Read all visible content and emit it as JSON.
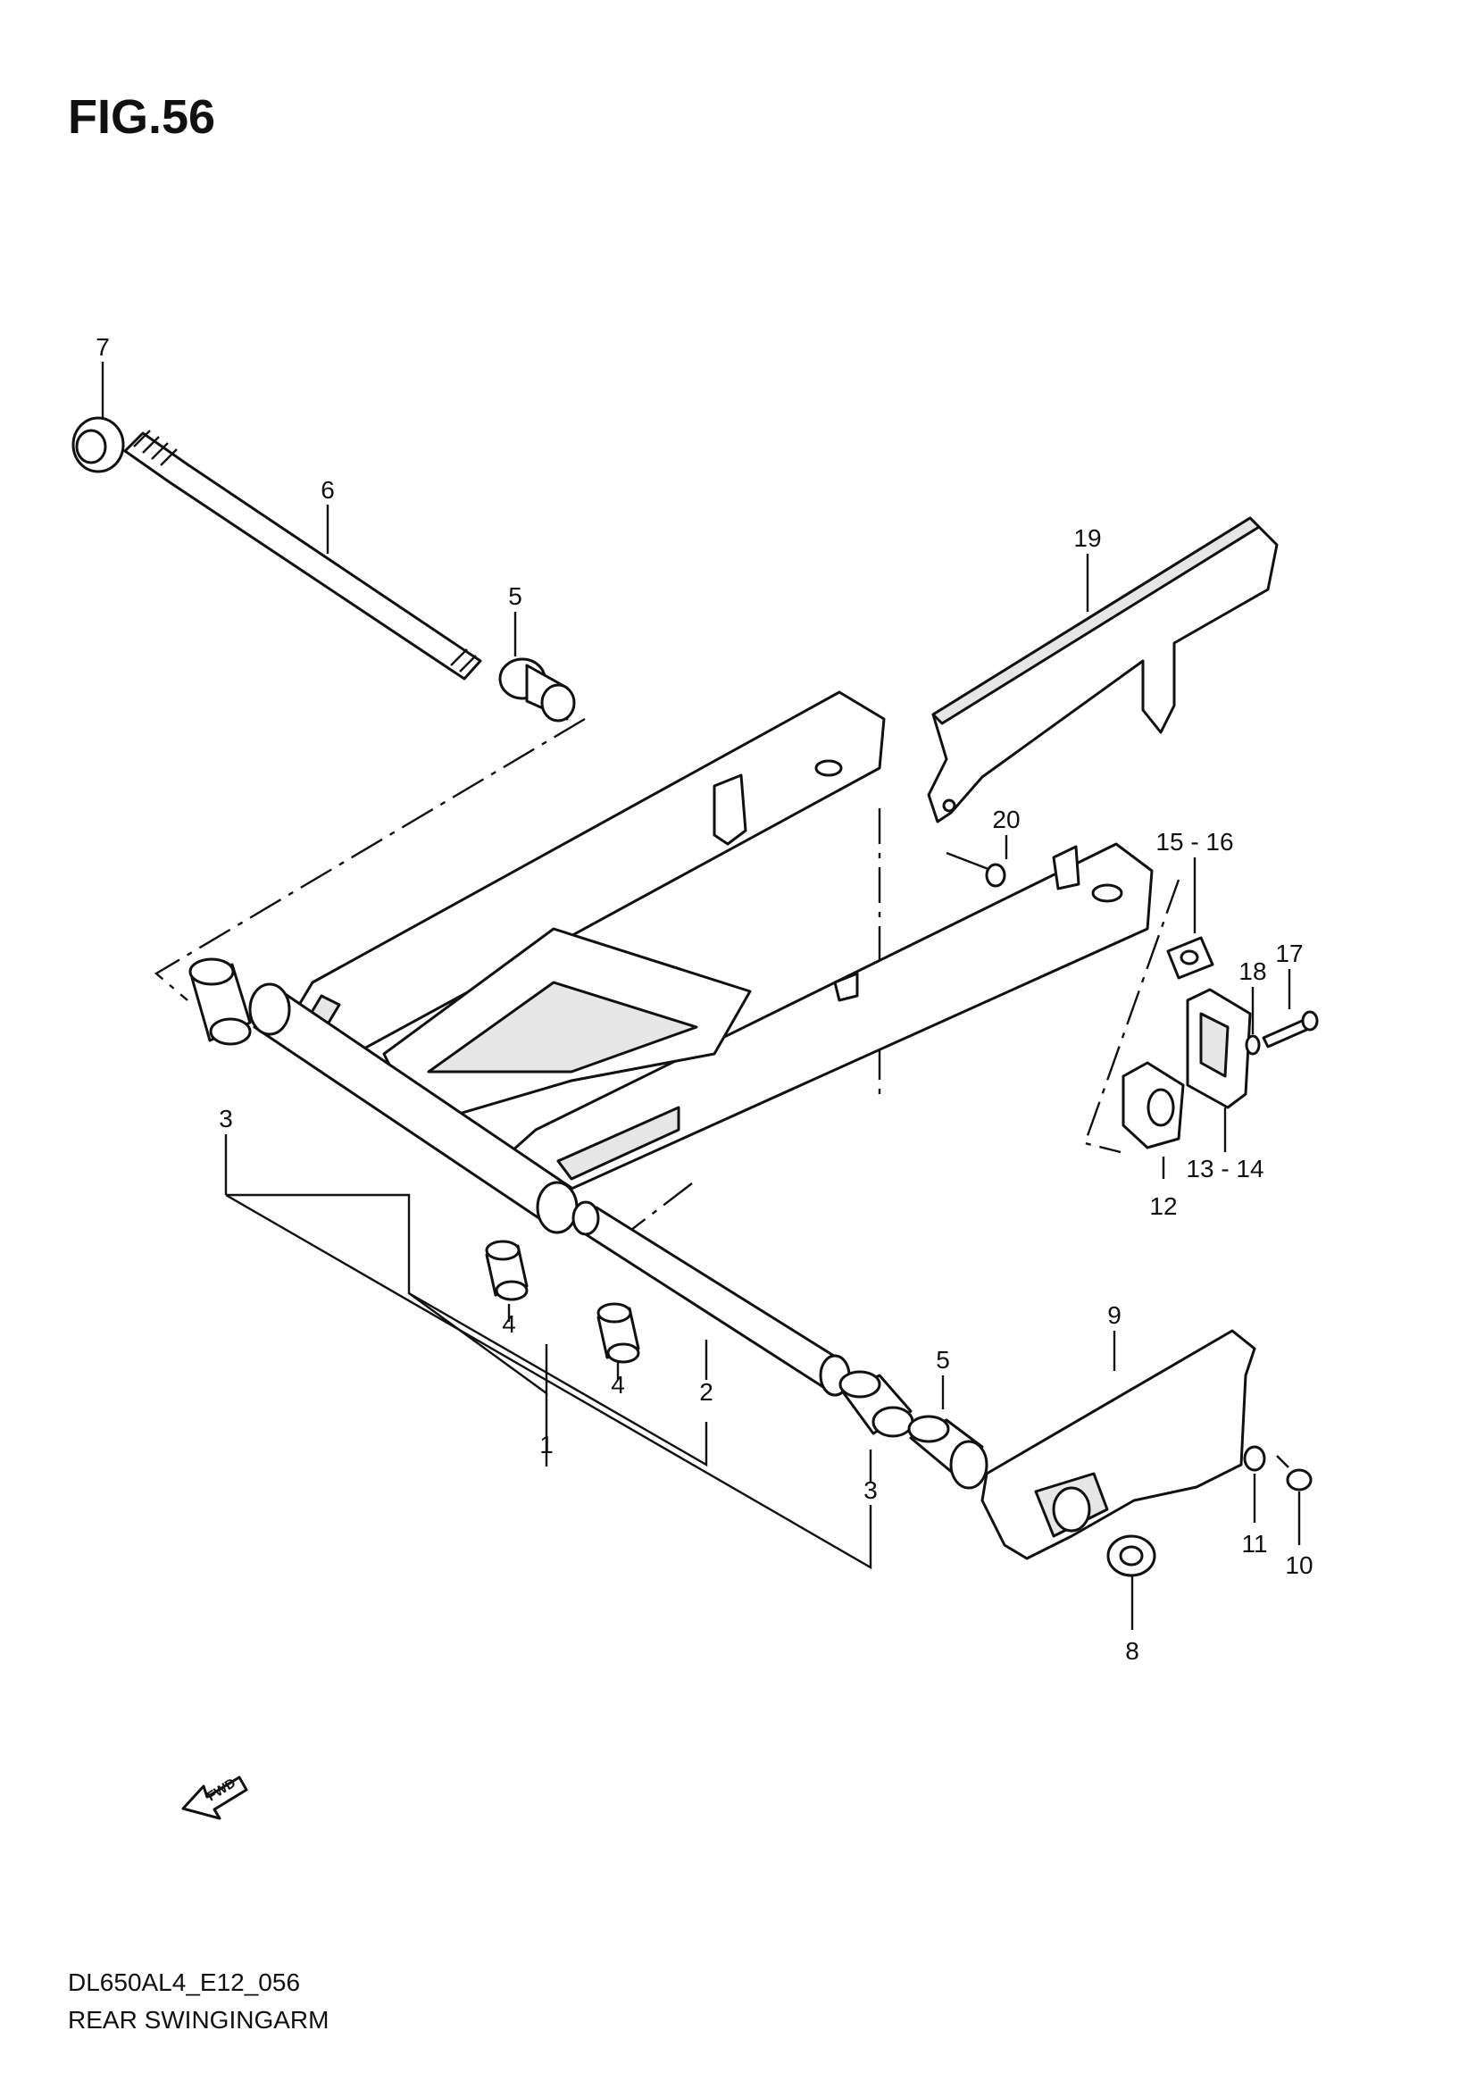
{
  "title": "FIG.56",
  "diagram_code": "DL650AL4_E12_056",
  "diagram_name": "REAR SWINGINGARM",
  "fwd_label": "FWD",
  "callouts": [
    "7",
    "6",
    "5",
    "19",
    "20",
    "15 - 16",
    "18",
    "17",
    "3",
    "12",
    "13 - 14",
    "4",
    "4",
    "2",
    "1",
    "5",
    "3",
    "9",
    "11",
    "10",
    "8"
  ]
}
